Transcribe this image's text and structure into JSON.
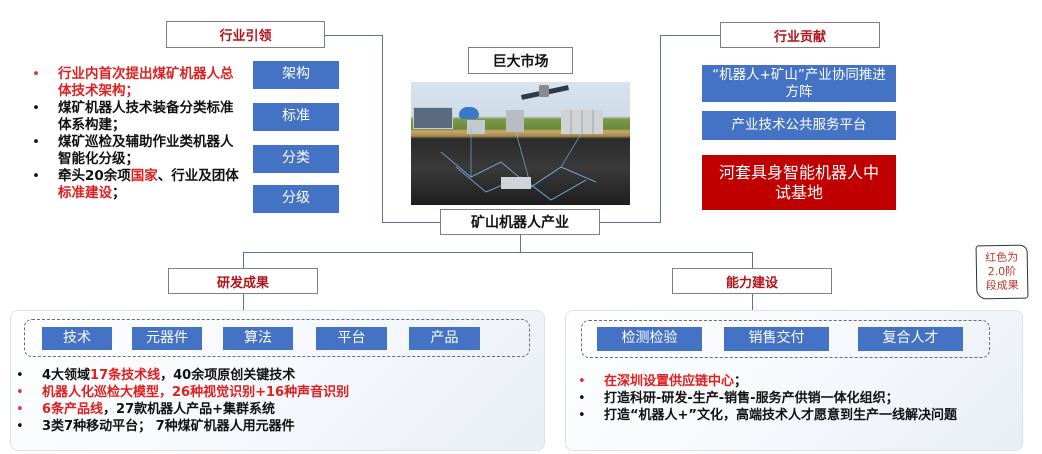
{
  "center": {
    "market_label": "巨大市场",
    "industry_label": "矿山机器人产业",
    "image_alt": "mine-3d-illustration"
  },
  "leadership": {
    "title": "行业引领",
    "tags": [
      "架构",
      "标准",
      "分类",
      "分级"
    ],
    "bullets": [
      {
        "parts": [
          {
            "text": "行业内首次提出煤矿机器人总体技术架构；",
            "red": true
          }
        ],
        "bullet_red": true
      },
      {
        "parts": [
          {
            "text": "煤矿机器人技术装备分类标准体系构建；",
            "red": false
          }
        ],
        "bullet_red": false
      },
      {
        "parts": [
          {
            "text": "煤矿巡检及辅助作业类机器人智能化分级；",
            "red": false
          }
        ],
        "bullet_red": false
      },
      {
        "parts": [
          {
            "text": "牵头20余项",
            "red": false
          },
          {
            "text": "国家",
            "red": true
          },
          {
            "text": "、行业及团体",
            "red": false
          },
          {
            "text": "标准建设",
            "red": true
          },
          {
            "text": "；",
            "red": false
          }
        ],
        "bullet_red": false
      }
    ]
  },
  "contribution": {
    "title": "行业贡献",
    "items": [
      {
        "label": "“机器人+矿山”产业协同推进方阵",
        "color": "#4472c4"
      },
      {
        "label": "产业技术公共服务平台",
        "color": "#4472c4"
      },
      {
        "label": "河套具身智能机器人中试基地",
        "color": "#c00000"
      }
    ]
  },
  "rnd": {
    "title": "研发成果",
    "tags": [
      "技术",
      "元器件",
      "算法",
      "平台",
      "产品"
    ],
    "bullets": [
      {
        "parts": [
          {
            "text": "4大领域",
            "red": false
          },
          {
            "text": "17条技术线",
            "red": true
          },
          {
            "text": "，40余项原创关键技术",
            "red": false
          }
        ],
        "bullet_red": false
      },
      {
        "parts": [
          {
            "text": "机器人化巡检大模型，26种视觉识别+16种声音识别",
            "red": true
          }
        ],
        "bullet_red": true
      },
      {
        "parts": [
          {
            "text": "6条产品线",
            "red": true
          },
          {
            "text": "，27款机器人产品+集群系统",
            "red": false
          }
        ],
        "bullet_red": true
      },
      {
        "parts": [
          {
            "text": "3类7种移动平台； 7种煤矿机器人用元器件",
            "red": false
          }
        ],
        "bullet_red": false
      }
    ]
  },
  "capability": {
    "title": "能力建设",
    "tags": [
      "检测检验",
      "销售交付",
      "复合人才"
    ],
    "bullets": [
      {
        "parts": [
          {
            "text": "在深圳设置供应链中心",
            "red": true
          },
          {
            "text": "；",
            "red": false
          }
        ],
        "bullet_red": true
      },
      {
        "parts": [
          {
            "text": "打造科研-研发-生产-销售-服务产供销一体化组织；",
            "red": false
          }
        ],
        "bullet_red": false
      },
      {
        "parts": [
          {
            "text": "打造“机器人+”文化，高端技术人才愿意到生产一线解决问题",
            "red": false
          }
        ],
        "bullet_red": false
      }
    ]
  },
  "note": {
    "line1": "红色为",
    "line2": "2.0阶",
    "line3": "段成果"
  },
  "colors": {
    "accent_red": "#c00000",
    "title_red": "#b3121b",
    "highlight_red": "#e02020",
    "blue": "#4472c4",
    "connector": "#5a7491"
  }
}
